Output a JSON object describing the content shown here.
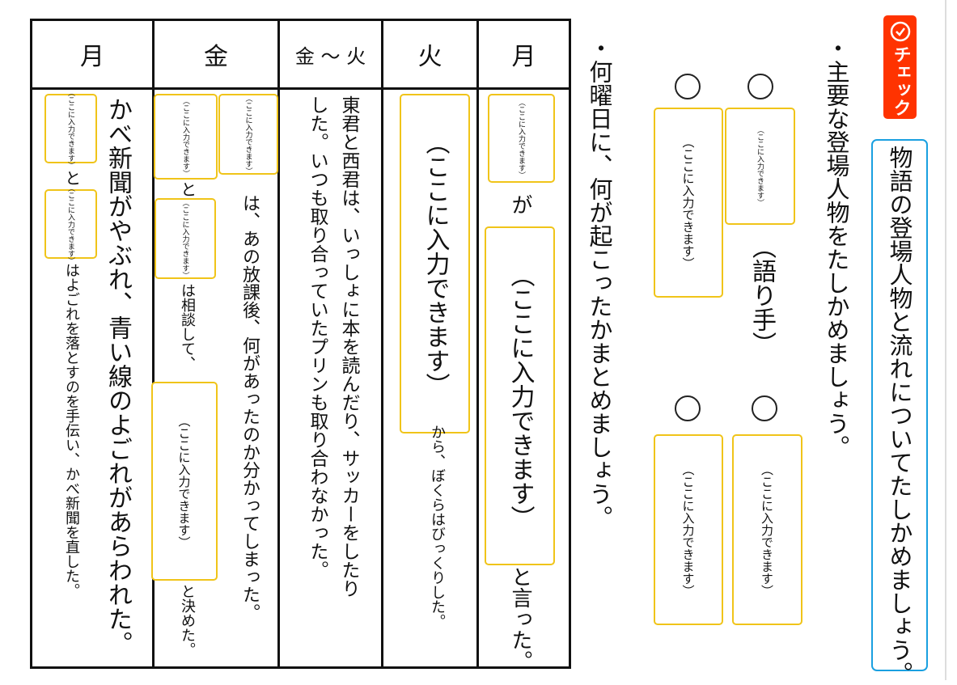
{
  "badge": {
    "label": "チェック",
    "icon": "check-circle-icon",
    "color": "#ff3300"
  },
  "title": "物語の登場人物と流れについてたしかめましょう。",
  "section1": {
    "instruction": "・主要な登場人物をたしかめましょう。",
    "narrator_label": "（語り手）"
  },
  "section2": {
    "instruction": "・何曜日に、何が起こったかまとめましょう。"
  },
  "placeholder": "（ここに入力できます）",
  "table": {
    "headers": [
      "月",
      "火",
      "金 〜 火",
      "金",
      "月"
    ],
    "mon1": {
      "ga": "が",
      "end": "と言った。"
    },
    "tue": {
      "end": "から、ぼくらはびっくりした。"
    },
    "frimon": {
      "line1": "東君と西君は、いっしょに本を読んだり、サッカーをしたり",
      "line2": "した。いつも取り合っていたプリンも取り合わなかった。"
    },
    "fri": {
      "to": "と",
      "soudan": "は相談して、",
      "end": "と決めた。",
      "line": "は、あの放課後、何があったのか分かってしまった。"
    },
    "mon2": {
      "big": "かべ新聞がやぶれ、青い線のよごれがあらわれた。",
      "to": "と",
      "end": "はよごれを落とすのを手伝い、かべ新聞を直した。"
    }
  }
}
